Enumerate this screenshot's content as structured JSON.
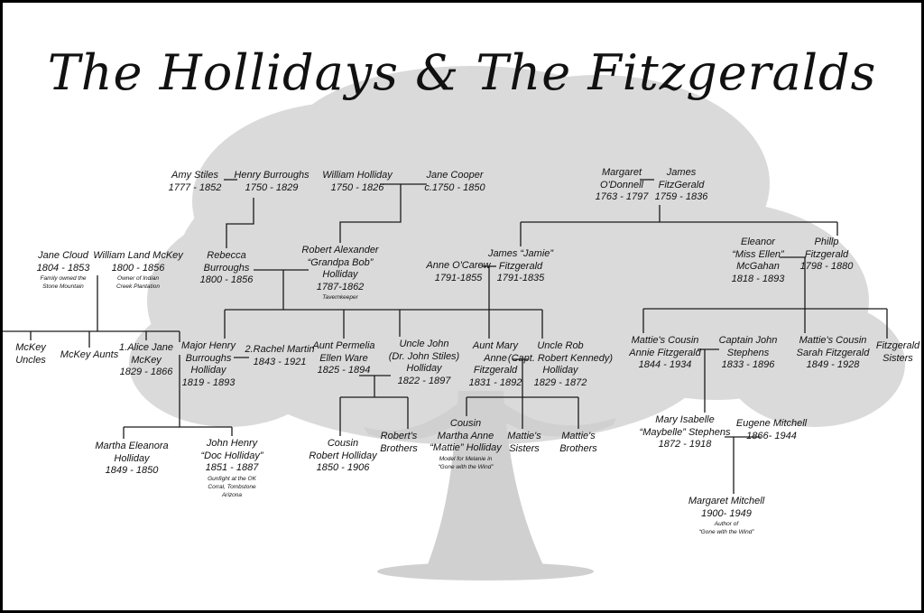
{
  "title": "The Hollidays & The Fitzgeralds",
  "colors": {
    "tree": "#d3d3d3",
    "line": "#1a1a1a",
    "text": "#111111",
    "border": "#000000"
  },
  "people": [
    {
      "id": "amy",
      "name": "Amy Stiles",
      "dates": "1777 - 1852"
    },
    {
      "id": "henryb",
      "name": "Henry Burroughs",
      "dates": "1750 - 1829"
    },
    {
      "id": "william",
      "name": "William Holliday",
      "dates": "1750 - 1826"
    },
    {
      "id": "janec",
      "name": "Jane Cooper",
      "dates": "c.1750 - 1850"
    },
    {
      "id": "margaret",
      "name": "Margaret\nO'Donnell",
      "dates": "1763 - 1797"
    },
    {
      "id": "jamesf",
      "name": "James\nFitzGerald",
      "dates": "1759 - 1836"
    },
    {
      "id": "janecloud",
      "name": "Jane Cloud",
      "dates": "1804 - 1853",
      "note": "Family owned the\nStone Mountain"
    },
    {
      "id": "wlm",
      "name": "William Land McKey",
      "dates": "1800 - 1856",
      "note": "Owner of Indian\nCreek Plantation"
    },
    {
      "id": "rebecca",
      "name": "Rebecca\nBurroughs",
      "dates": "1800 - 1856"
    },
    {
      "id": "robert",
      "name": "Robert Alexander\n“Grandpa Bob”\nHolliday",
      "dates": "1787-1862",
      "note": "Tavernkeeper"
    },
    {
      "id": "anne",
      "name": "Anne O'Carew",
      "dates": "1791-1855"
    },
    {
      "id": "jamie",
      "name": "James “Jamie”\nFitzgerald",
      "dates": "1791-1835"
    },
    {
      "id": "eleanor",
      "name": "Eleanor\n“Miss Ellen”\nMcGahan",
      "dates": "1818 - 1893"
    },
    {
      "id": "philip",
      "name": "Phillp\nFitzgerald",
      "dates": "1798 - 1880"
    },
    {
      "id": "mcu",
      "name": "McKey\nUncles"
    },
    {
      "id": "mca",
      "name": "McKey Aunts"
    },
    {
      "id": "alice",
      "name": "1.Alice Jane\nMcKey",
      "dates": "1829 - 1866"
    },
    {
      "id": "majorhenry",
      "name": "Major Henry\nBurroughs\nHolliday",
      "dates": "1819 - 1893"
    },
    {
      "id": "rachel",
      "name": "2.Rachel Martin",
      "dates": "1843 - 1921"
    },
    {
      "id": "permelia",
      "name": "Aunt Permelia\nEllen Ware",
      "dates": "1825 - 1894"
    },
    {
      "id": "unclejohn",
      "name": "Uncle John\n(Dr. John Stiles)\nHolliday",
      "dates": "1822 - 1897"
    },
    {
      "id": "auntmary",
      "name": "Aunt Mary\nAnne\nFitzgerald",
      "dates": "1831 - 1892"
    },
    {
      "id": "unclerob",
      "name": "Uncle Rob\n(Capt. Robert Kennedy)\nHolliday",
      "dates": "1829 - 1872"
    },
    {
      "id": "annie",
      "name": "Mattie's Cousin\nAnnie Fitzgerald",
      "dates": "1844 - 1934"
    },
    {
      "id": "captjohn",
      "name": "Captain John\nStephens",
      "dates": "1833 - 1896"
    },
    {
      "id": "sarah",
      "name": "Mattie's Cousin\nSarah Fitzgerald",
      "dates": "1849 - 1928"
    },
    {
      "id": "fitzsis",
      "name": "Fitzgerald\nSisters"
    },
    {
      "id": "martha",
      "name": "Martha Eleanora\nHolliday",
      "dates": "1849 - 1850"
    },
    {
      "id": "doc",
      "name": "John Henry\n“Doc Holliday”",
      "dates": "1851 - 1887",
      "note": "Gunfight at the OK\nCorral, Tombstone\nArizona"
    },
    {
      "id": "cousinrobert",
      "name": "Cousin\nRobert Holliday",
      "dates": "1850 - 1906"
    },
    {
      "id": "robertsbro",
      "name": "Robert's\nBrothers"
    },
    {
      "id": "mattie",
      "name": "Cousin\nMartha Anne\n“Mattie” Holliday",
      "note": "Model for Melanie in\n“Gone with the Wind”"
    },
    {
      "id": "mattiesis",
      "name": "Mattie's\nSisters"
    },
    {
      "id": "mattiebro",
      "name": "Mattie's\nBrothers"
    },
    {
      "id": "maryisabelle",
      "name": "Mary Isabelle\n“Maybelle” Stephens",
      "dates": "1872 - 1918"
    },
    {
      "id": "eugene",
      "name": "Eugene Mitchell",
      "dates": "1866- 1944"
    },
    {
      "id": "mm",
      "name": "Margaret Mitchell",
      "dates": "1900- 1949",
      "note": "Author of\n“Gone with the Wind”"
    }
  ]
}
